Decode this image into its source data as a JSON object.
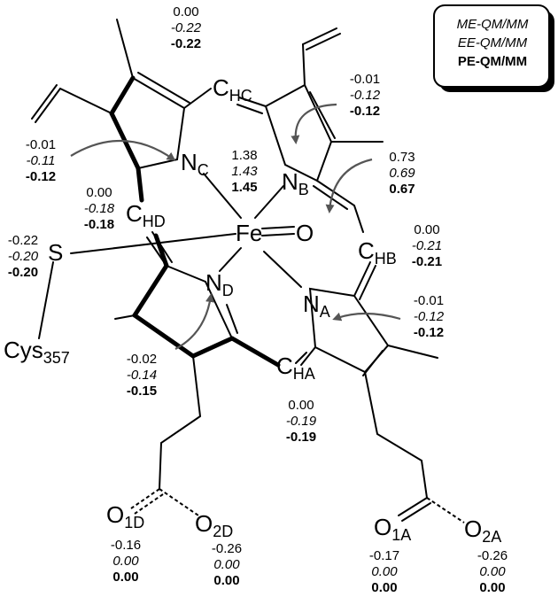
{
  "legend": {
    "line1": "ME-QM/MM",
    "line2": "EE-QM/MM",
    "line3": "PE-QM/MM"
  },
  "atoms": {
    "fe": "Fe",
    "o": "O",
    "s": "S",
    "na": {
      "main": "N",
      "sub": "A"
    },
    "nb": {
      "main": "N",
      "sub": "B"
    },
    "nc": {
      "main": "N",
      "sub": "C"
    },
    "nd": {
      "main": "N",
      "sub": "D"
    },
    "cha": {
      "main": "C",
      "sub": "HA"
    },
    "chb": {
      "main": "C",
      "sub": "HB"
    },
    "chc": {
      "main": "C",
      "sub": "HC"
    },
    "chd": {
      "main": "C",
      "sub": "HD"
    },
    "cys": {
      "main": "Cys",
      "sub": "357"
    },
    "o1d": {
      "main": "O",
      "sub": "1D"
    },
    "o2d": {
      "main": "O",
      "sub": "2D"
    },
    "o1a": {
      "main": "O",
      "sub": "1A"
    },
    "o2a": {
      "main": "O",
      "sub": "2A"
    }
  },
  "charges": {
    "chc": [
      "0.00",
      "-0.22",
      "-0.22"
    ],
    "nb": [
      "-0.01",
      "-0.12",
      "-0.12"
    ],
    "nc": [
      "-0.01",
      "-0.11",
      "-0.12"
    ],
    "fe": [
      "1.38",
      "1.43",
      "1.45"
    ],
    "o": [
      "0.73",
      "0.69",
      "0.67"
    ],
    "chd": [
      "0.00",
      "-0.18",
      "-0.18"
    ],
    "s": [
      "-0.22",
      "-0.20",
      "-0.20"
    ],
    "chb": [
      "0.00",
      "-0.21",
      "-0.21"
    ],
    "na": [
      "-0.01",
      "-0.12",
      "-0.12"
    ],
    "nd": [
      "-0.02",
      "-0.14",
      "-0.15"
    ],
    "cha": [
      "0.00",
      "-0.19",
      "-0.19"
    ],
    "o1d": [
      "-0.16",
      "0.00",
      "0.00"
    ],
    "o2d": [
      "-0.26",
      "0.00",
      "0.00"
    ],
    "o1a": [
      "-0.17",
      "0.00",
      "0.00"
    ],
    "o2a": [
      "-0.26",
      "0.00",
      "0.00"
    ]
  }
}
